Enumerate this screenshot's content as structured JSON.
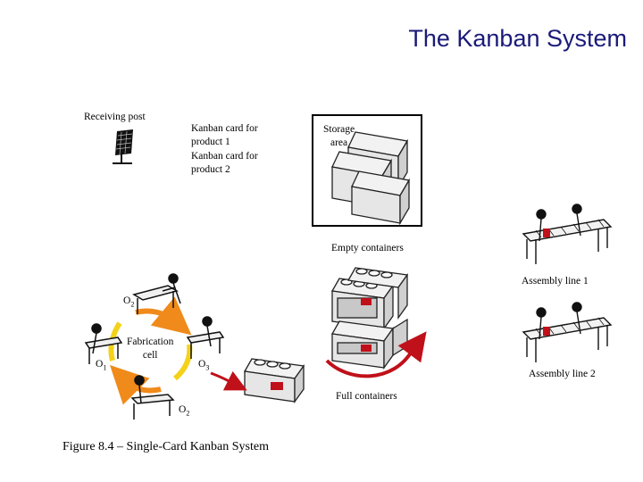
{
  "title": "The Kanban System",
  "labels": {
    "receiving_post": "Receiving post",
    "kanban_card_1": "Kanban card for product 1",
    "kanban_card_1_line1": "Kanban card for",
    "kanban_card_1_line2": "product 1",
    "kanban_card_2_line1": "Kanban card for",
    "kanban_card_2_line2": "product 2",
    "storage_line1": "Storage",
    "storage_line2": "area",
    "empty_containers": "Empty containers",
    "assembly_line_1": "Assembly line 1",
    "assembly_line_2": "Assembly line 2",
    "full_containers": "Full containers",
    "fabrication_line1": "Fabrication",
    "fabrication_line2": "cell",
    "o": "O",
    "o1_sub": "1",
    "o2_sub": "2",
    "o3_sub": "3"
  },
  "caption": "Figure 8.4 – Single-Card Kanban System",
  "colors": {
    "title": "#1a1a7a",
    "arrow_red": "#c0101a",
    "cycle_orange": "#f08a1a",
    "cycle_yellow": "#f4d21a",
    "container_fill": "#e6e6e6"
  }
}
